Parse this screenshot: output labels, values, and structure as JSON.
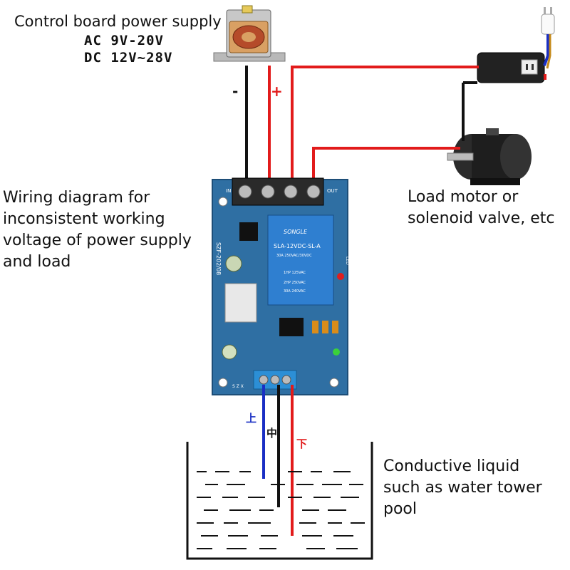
{
  "title": {
    "main": "Control board power supply",
    "ac": "AC 9V-20V",
    "dc": "DC 12V~28V"
  },
  "polarity": {
    "minus": "-",
    "plus": "+"
  },
  "wiring_note": [
    "Wiring diagram for",
    "inconsistent working",
    "voltage of power supply",
    "and load"
  ],
  "load_note": [
    "Load motor or",
    "solenoid valve, etc"
  ],
  "liquid_note": [
    "Conductive liquid",
    "such as water tower",
    "pool"
  ],
  "probes": {
    "upper": "上",
    "middle": "中",
    "lower": "下"
  },
  "board": {
    "in_label": "IN",
    "out_label": "OUT",
    "model": "SZF-202/08",
    "relay_brand": "SONGLE",
    "relay_model": "SLA-12VDC-SL-A",
    "relay_spec_1": "30A 250VAC/30VDC",
    "relay_spec_2": "1HP 125VAC",
    "relay_spec_3": "2HP 250VAC",
    "relay_spec_4": "30A 240VAC",
    "led_label": "LED",
    "probe_labels": "S Z X"
  },
  "colors": {
    "wire_red": "#e21b1b",
    "wire_black": "#111111",
    "wire_blue": "#1a2fc4",
    "board_blue": "#2f6fa3",
    "relay_blue": "#2f7fd0"
  }
}
